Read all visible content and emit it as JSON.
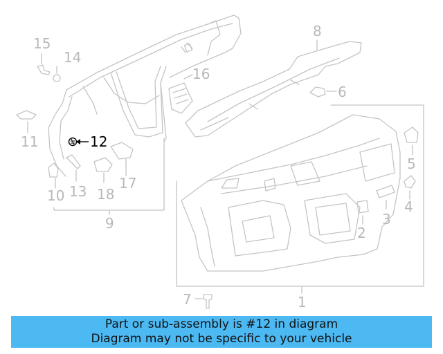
{
  "diagram": {
    "callouts": {
      "c1": "1",
      "c2": "2",
      "c3": "3",
      "c4": "4",
      "c5": "5",
      "c6": "6",
      "c7": "7",
      "c8": "8",
      "c9": "9",
      "c10": "10",
      "c11": "11",
      "c12": "12",
      "c13": "13",
      "c14": "14",
      "c15": "15",
      "c16": "16",
      "c17": "17",
      "c18": "18"
    },
    "highlighted_part": "12",
    "colors": {
      "line": "#c4c4c4",
      "highlight": "#000000",
      "banner": "#4cb9f3"
    }
  },
  "banner": {
    "line1": "Part or sub-assembly is #12 in diagram",
    "line2": "Diagram may not be specific to your vehicle"
  }
}
